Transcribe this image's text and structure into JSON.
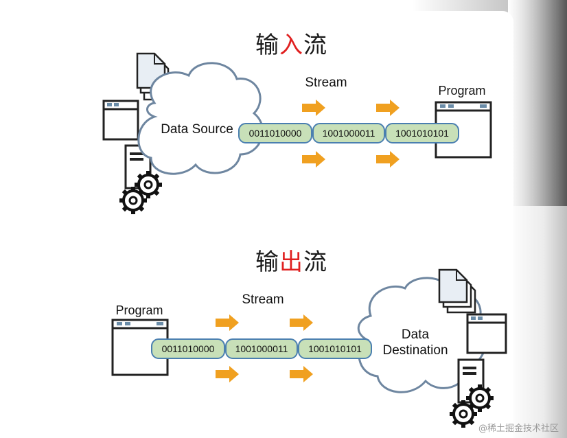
{
  "input_diagram": {
    "title_prefix": "输",
    "title_highlight": "入",
    "title_suffix": "流",
    "source_label": "Data Source",
    "stream_label": "Stream",
    "program_label": "Program",
    "packets": [
      "0011010000",
      "1001000011",
      "1001010101"
    ]
  },
  "output_diagram": {
    "title_prefix": "输",
    "title_highlight": "出",
    "title_suffix": "流",
    "program_label": "Program",
    "stream_label": "Stream",
    "destination_label_line1": "Data",
    "destination_label_line2": "Destination",
    "packets": [
      "0011010000",
      "1001000011",
      "1001010101"
    ]
  },
  "watermark": "@稀土掘金技术社区",
  "colors": {
    "arrow": "#f0a020",
    "packet_fill": "#c8e0b8",
    "packet_stroke": "#4a7fb0",
    "title_highlight": "#e02020"
  }
}
